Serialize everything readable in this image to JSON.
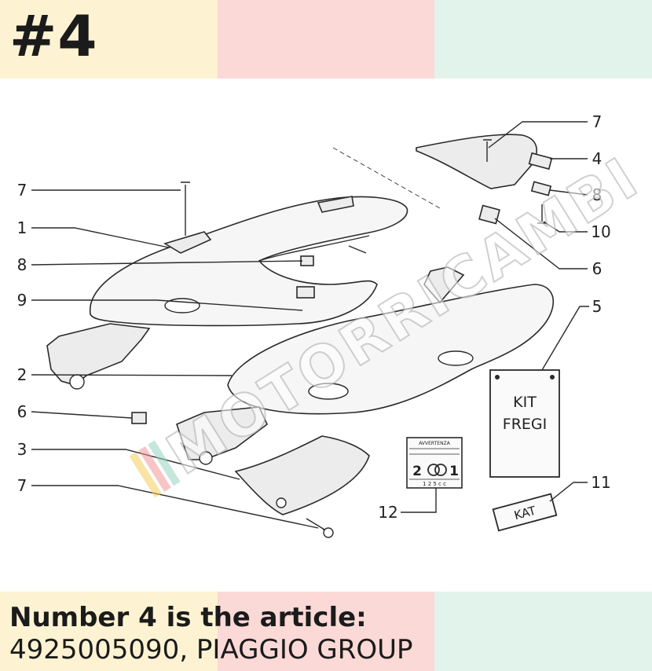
{
  "header": {
    "badge": "#4"
  },
  "diagram": {
    "watermark": "MOTORRICAMBI",
    "callouts": [
      "7",
      "1",
      "8",
      "9",
      "2",
      "6",
      "3",
      "7",
      "7",
      "4",
      "8",
      "10",
      "6",
      "5",
      "11",
      "12"
    ],
    "kit_card": {
      "line1": "KIT",
      "line2": "FREGI"
    },
    "kat_tag": "KAT",
    "label_card": {
      "header": "AVVERTENZA",
      "left_digit": "2",
      "right_digit": "1",
      "footer": "1 2 5 c c"
    }
  },
  "caption": {
    "line1": "Number 4 is the article:",
    "line2": "4925005090, PIAGGIO GROUP"
  }
}
